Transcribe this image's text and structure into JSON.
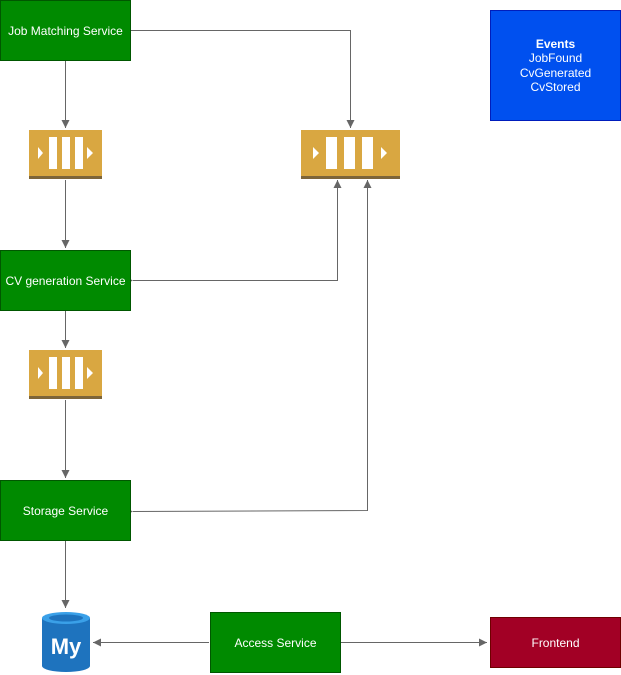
{
  "services": {
    "job_matching": "Job Matching Service",
    "cv_generation": "CV generation Service",
    "storage": "Storage Service",
    "access": "Access Service",
    "frontend": "Frontend"
  },
  "events": {
    "title": "Events",
    "items": [
      "JobFound",
      "CvGenerated",
      "CvStored"
    ]
  },
  "database": {
    "logo_text": "My",
    "icon": "mysql-database-icon"
  },
  "queues": {
    "icon": "message-queue-icon",
    "count": 3
  },
  "colors": {
    "service": "#008a00",
    "events": "#0050ef",
    "frontend": "#a20025",
    "queue": "#d9a741",
    "database": "#1e73be",
    "connector": "#666666"
  }
}
